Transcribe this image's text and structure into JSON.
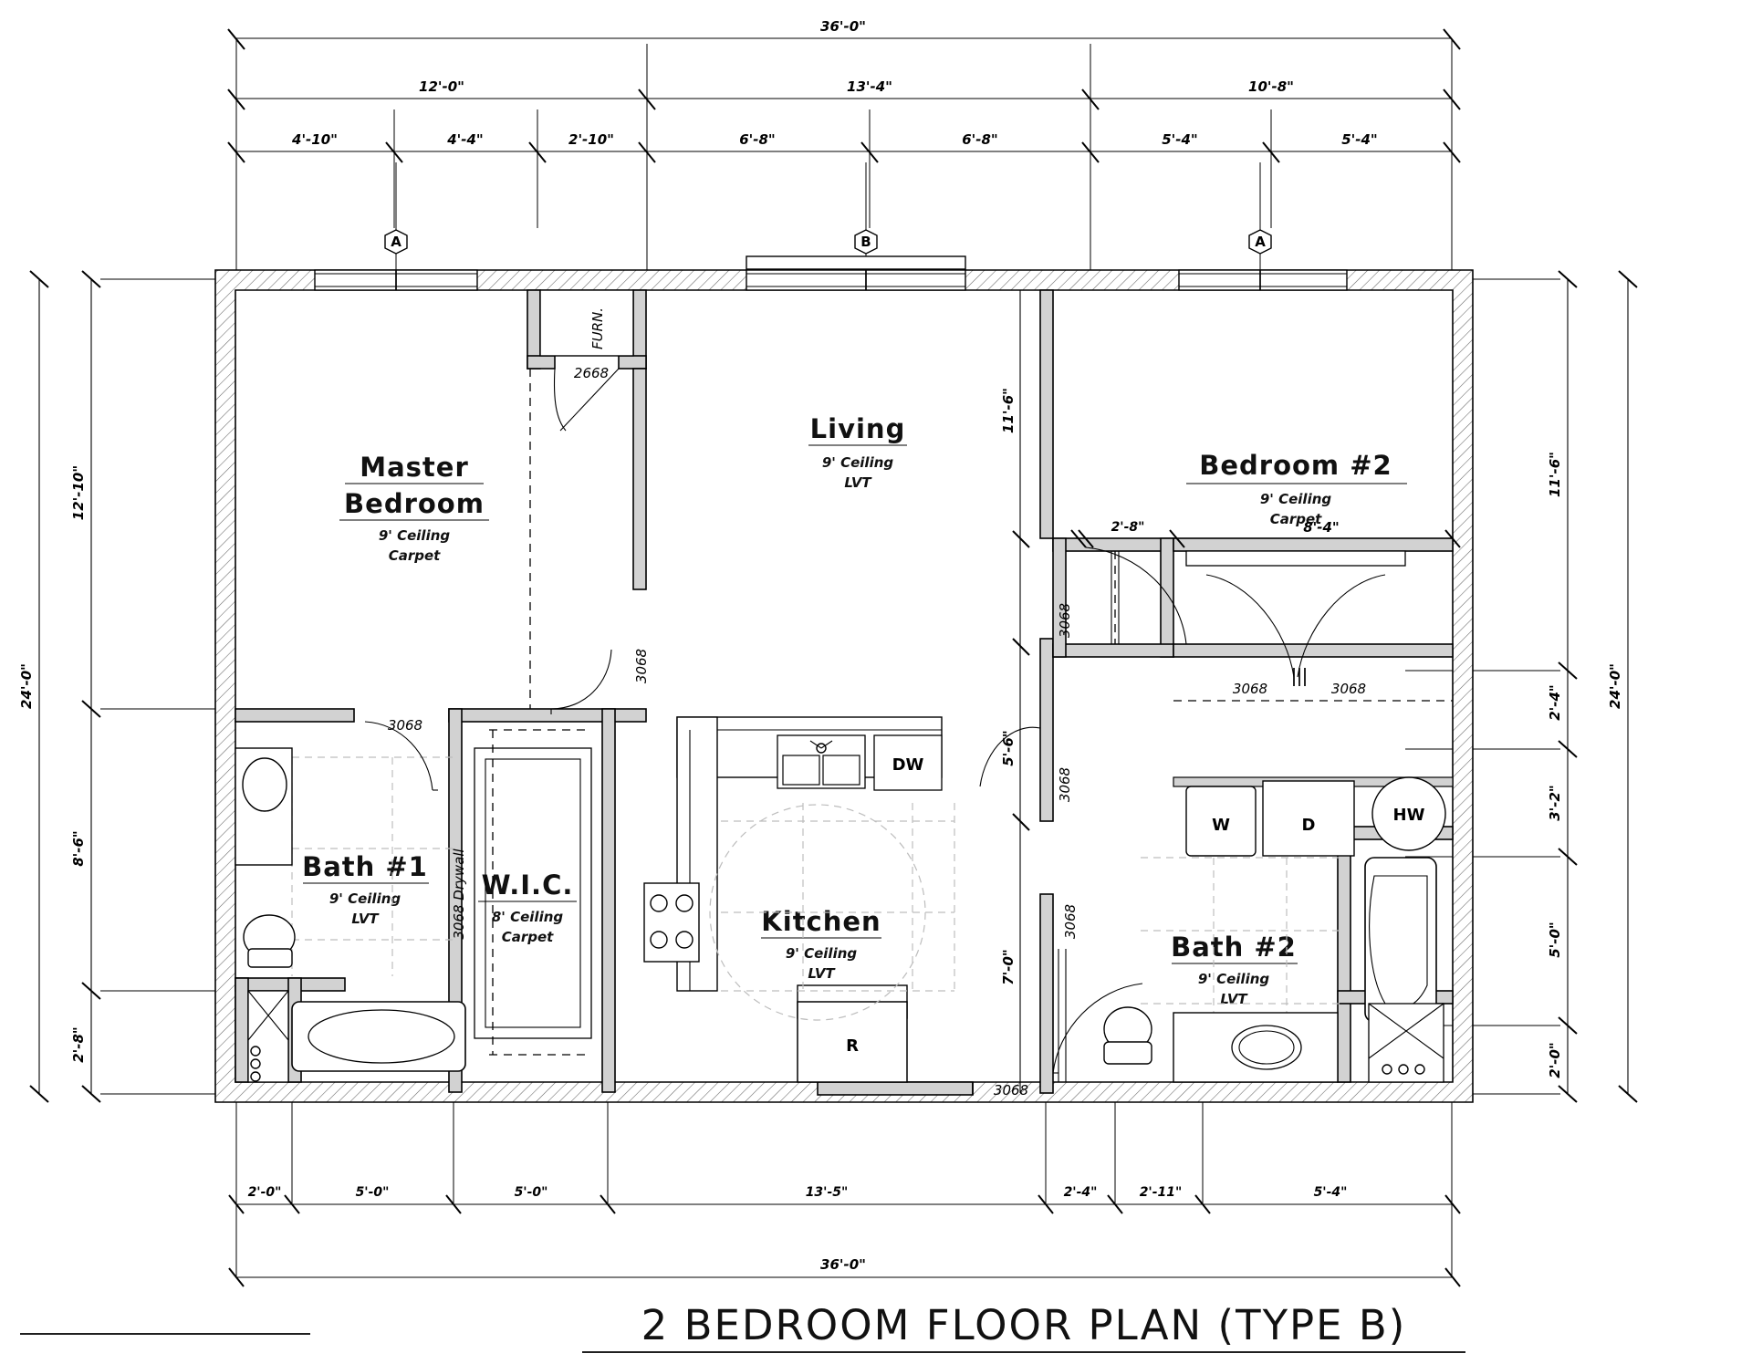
{
  "drawing": {
    "title": "2 BEDROOM FLOOR PLAN (TYPE B)",
    "overall_width": "36'-0\"",
    "overall_height": "24'-0\""
  },
  "dimensions": {
    "top_overall": "36'-0\"",
    "top_mid_chain": [
      "12'-0\"",
      "13'-4\"",
      "10'-8\""
    ],
    "top_detail_chain": [
      "4'-10\"",
      "4'-4\"",
      "2'-10\"",
      "6'-8\"",
      "6'-8\"",
      "5'-4\"",
      "5'-4\""
    ],
    "bottom_chain": [
      "2'-0\"",
      "5'-0\"",
      "5'-0\"",
      "13'-5\"",
      "2'-4\"",
      "2'-11\"",
      "5'-4\""
    ],
    "bottom_overall": "36'-0\"",
    "left_overall": "24'-0\"",
    "left_chain": [
      "12'-10\"",
      "8'-6\"",
      "2'-8\""
    ],
    "right_overall": "24'-0\"",
    "right_chain": [
      "11'-6\"",
      "2'-4\"",
      "3'-2\"",
      "5'-0\"",
      "2'-0\""
    ],
    "interior_vertical": [
      "11'-6\"",
      "5'-6\"",
      "7'-0\""
    ],
    "bedroom2_width": "8'-4\"",
    "hall_door_offset": "2'-8\""
  },
  "window_marks": [
    {
      "label": "A"
    },
    {
      "label": "B"
    },
    {
      "label": "A"
    }
  ],
  "rooms": [
    {
      "name": "Master Bedroom",
      "line1": "Master",
      "line2": "Bedroom",
      "ceiling": "9' Ceiling",
      "floor": "Carpet"
    },
    {
      "name": "Living",
      "line1": "Living",
      "line2": "",
      "ceiling": "9' Ceiling",
      "floor": "LVT"
    },
    {
      "name": "Bedroom #2",
      "line1": "Bedroom #2",
      "line2": "",
      "ceiling": "9' Ceiling",
      "floor": "Carpet"
    },
    {
      "name": "Bath #1",
      "line1": "Bath #1",
      "line2": "",
      "ceiling": "9' Ceiling",
      "floor": "LVT"
    },
    {
      "name": "W.I.C.",
      "line1": "W.I.C.",
      "line2": "",
      "ceiling": "8' Ceiling",
      "floor": "Carpet"
    },
    {
      "name": "Kitchen",
      "line1": "Kitchen",
      "line2": "",
      "ceiling": "9' Ceiling",
      "floor": "LVT"
    },
    {
      "name": "Bath #2",
      "line1": "Bath #2",
      "line2": "",
      "ceiling": "9' Ceiling",
      "floor": "LVT"
    }
  ],
  "closets": {
    "furnace_label": "FURN.",
    "furnace_door": "2668"
  },
  "door_tags": [
    {
      "id": "d1",
      "label": "2668"
    },
    {
      "id": "d2",
      "label": "3068"
    },
    {
      "id": "d3",
      "label": "3068"
    },
    {
      "id": "d4",
      "label": "3068"
    },
    {
      "id": "d5",
      "label": "3068"
    },
    {
      "id": "d6",
      "label": "3068"
    },
    {
      "id": "d7",
      "label": "3068"
    },
    {
      "id": "d8",
      "label": "3068"
    },
    {
      "id": "d9",
      "label": "3068"
    },
    {
      "id": "d10",
      "label": "3068 Drywall"
    }
  ],
  "appliances": [
    {
      "code": "DW",
      "name": "dishwasher"
    },
    {
      "code": "R",
      "name": "refrigerator"
    },
    {
      "code": "W",
      "name": "washer"
    },
    {
      "code": "D",
      "name": "dryer"
    },
    {
      "code": "HW",
      "name": "water-heater"
    }
  ],
  "colors": {
    "wall_fill": "#d2d2d2",
    "line": "#000000",
    "background": "#ffffff",
    "light_dash": "#bdbdbd"
  }
}
